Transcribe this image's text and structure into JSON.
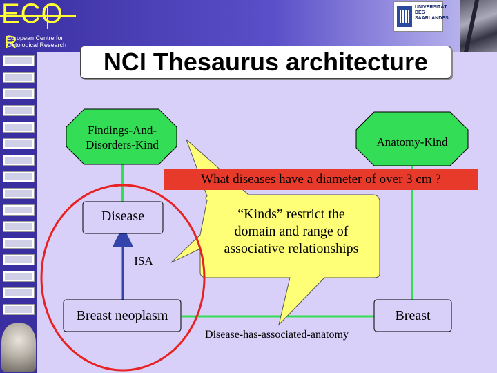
{
  "header": {
    "logo_main": "ECO",
    "logo_r": "R",
    "logo_subtitle_line1": "European Centre for",
    "logo_subtitle_line2": "Ontological Research",
    "university_line1": "UNIVERSITÄT",
    "university_line2": "DES",
    "university_line3": "SAARLANDES"
  },
  "slide": {
    "title": "NCI Thesaurus architecture"
  },
  "diagram": {
    "nodes": {
      "findings_line1": "Findings-And-",
      "findings_line2": "Disorders-Kind",
      "anatomy": "Anatomy-Kind",
      "disease": "Disease",
      "breast_neoplasm": "Breast neoplasm",
      "breast": "Breast"
    },
    "edges": {
      "isa": "ISA",
      "associated_anatomy": "Disease-has-associated-anatomy"
    },
    "question": "What diseases have a diameter of over 3 cm ?",
    "callout_line1": "“Kinds” restrict the",
    "callout_line2": "domain and range of",
    "callout_line3": "associative relationships"
  },
  "colors": {
    "background": "#d8d0f8",
    "header_blue": "#3a2fa0",
    "logo_yellow": "#ffff33",
    "octagon_green": "#33dd55",
    "edge_green": "#33dd55",
    "isa_blue": "#3344aa",
    "circle_red": "#e82222",
    "question_red": "#e83a2a",
    "callout_yellow": "#ffff77"
  }
}
